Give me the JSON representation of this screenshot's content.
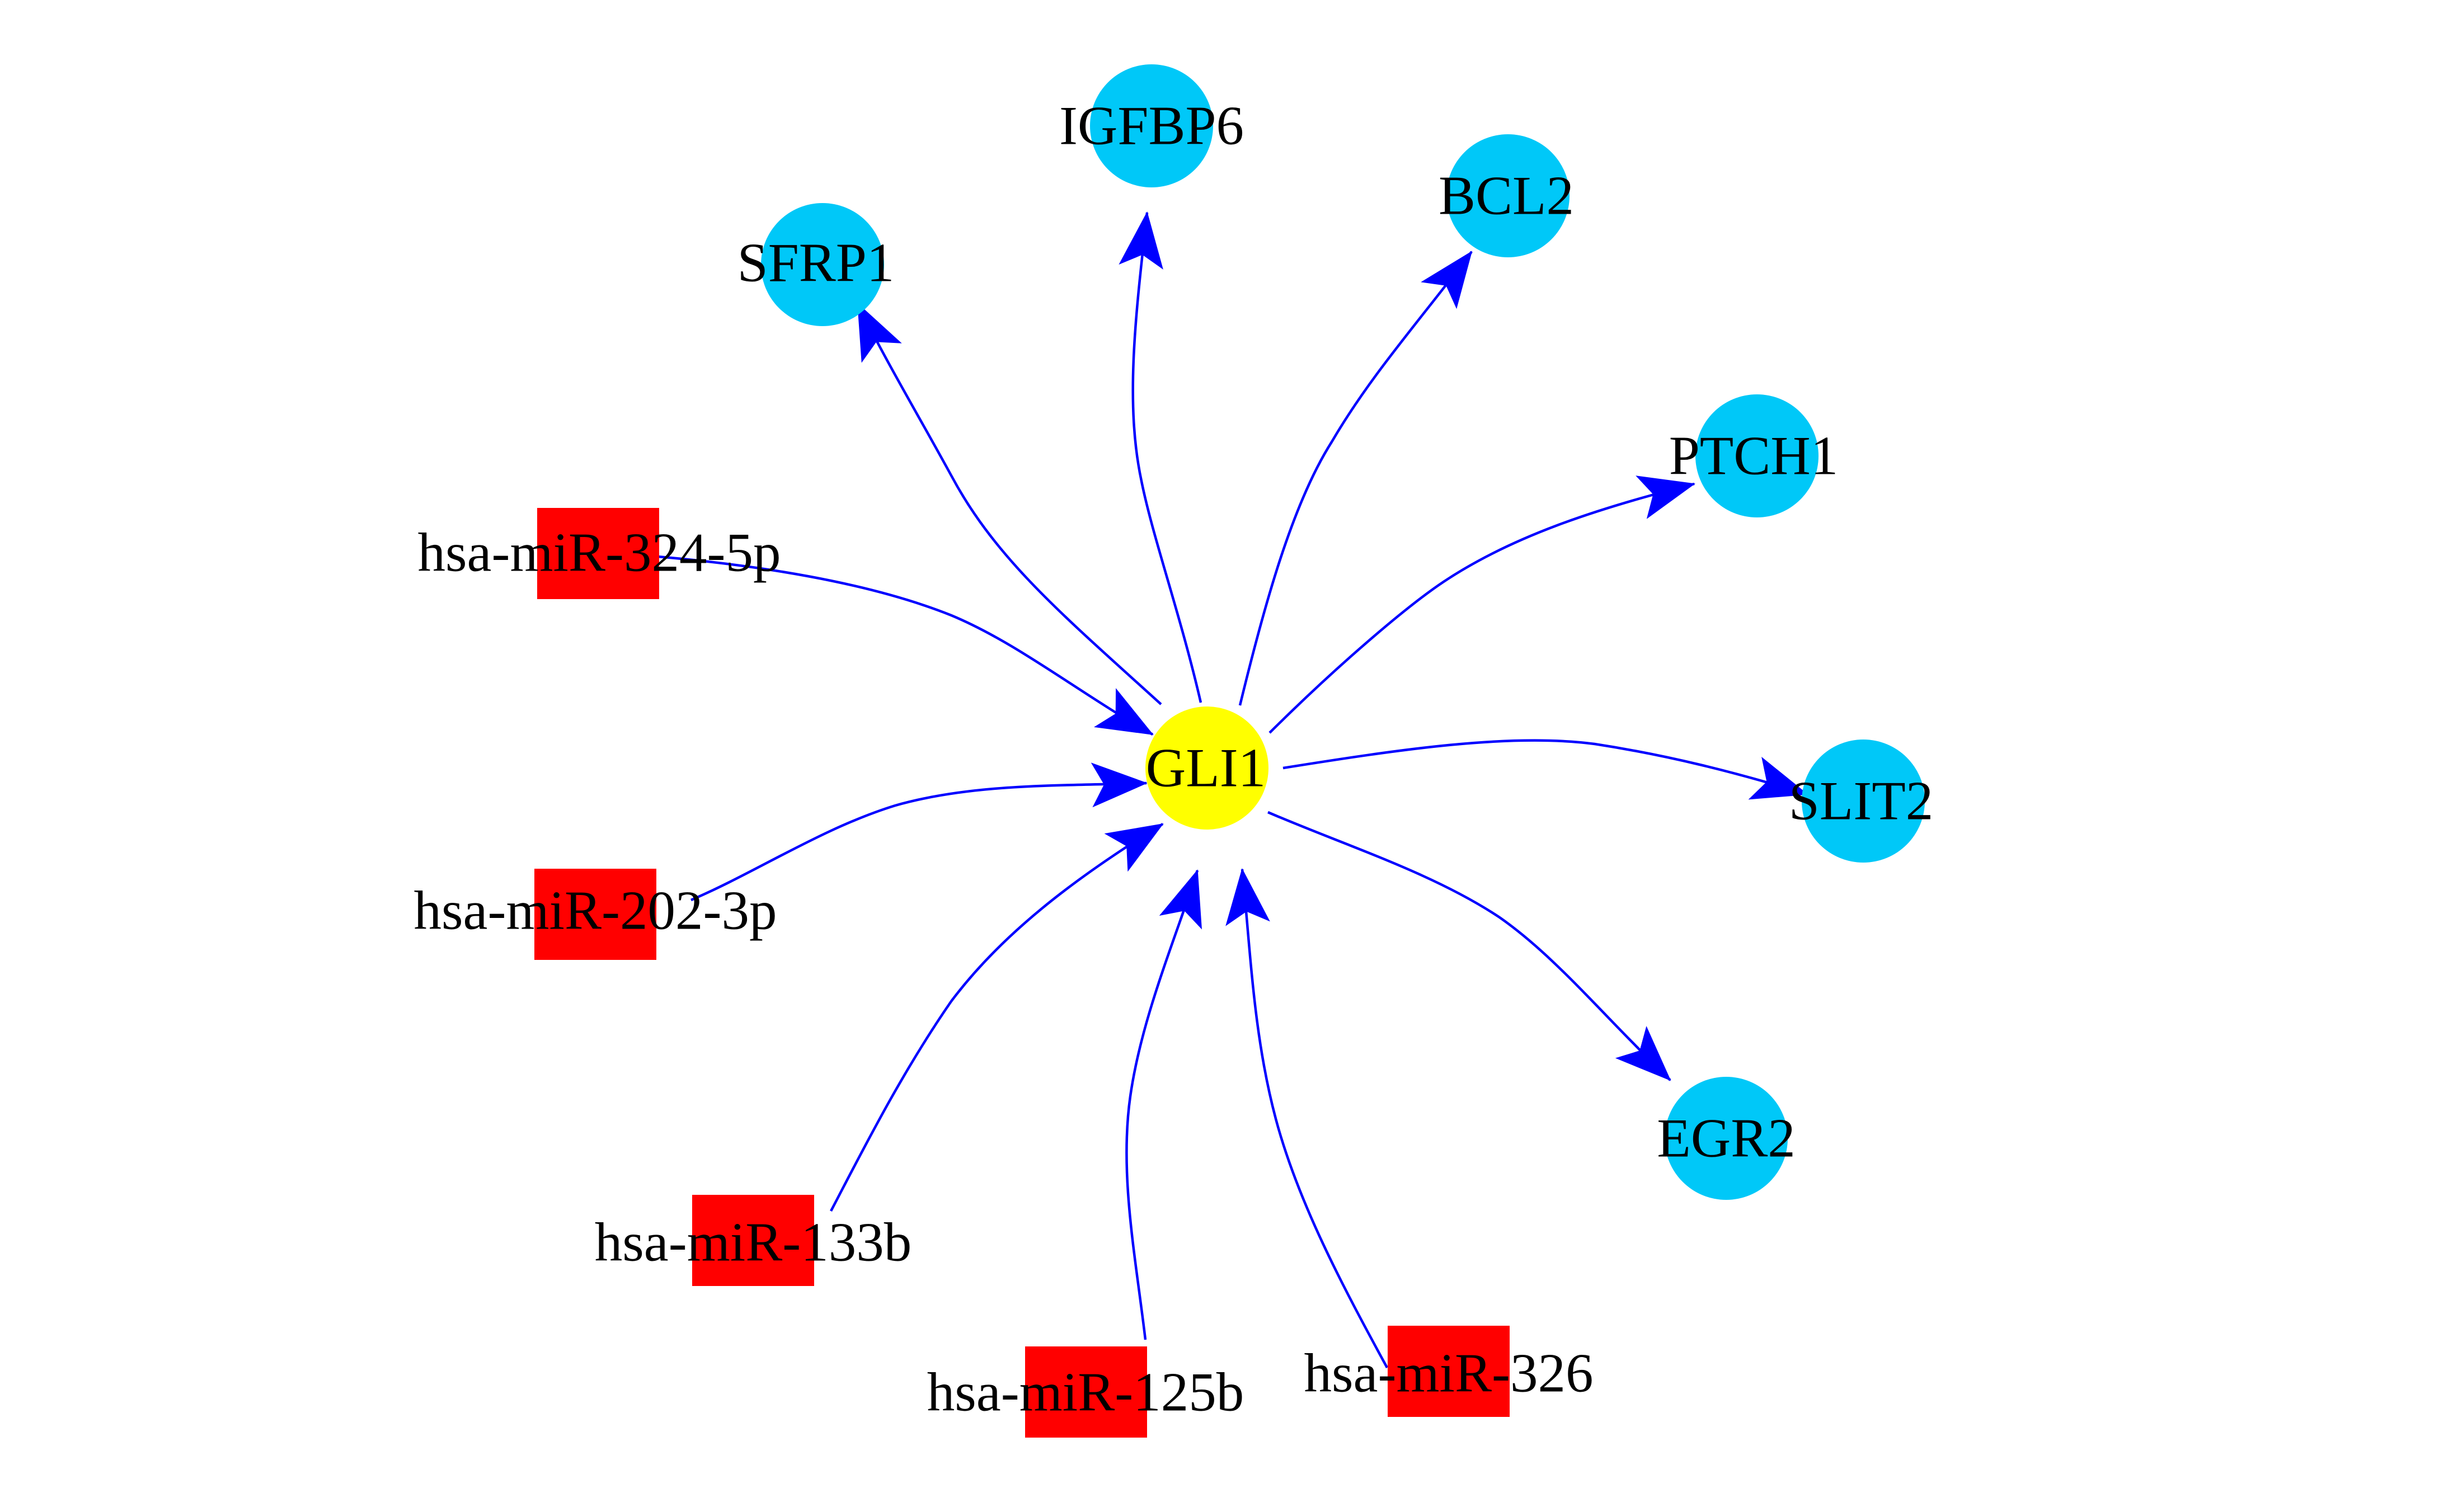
{
  "colors": {
    "center_node": "#ffff00",
    "target_gene": "#00c8f8",
    "mirna": "#ff0000",
    "edge": "#0000ff",
    "label": "#000000",
    "background": "#ffffff"
  },
  "network": {
    "center": {
      "id": "GLI1",
      "label": "GLI1",
      "kind": "hub-gene",
      "shape": "circle"
    },
    "targets": [
      {
        "id": "SFRP1",
        "label": "SFRP1",
        "kind": "target-gene",
        "shape": "circle"
      },
      {
        "id": "IGFBP6",
        "label": "IGFBP6",
        "kind": "target-gene",
        "shape": "circle"
      },
      {
        "id": "BCL2",
        "label": "BCL2",
        "kind": "target-gene",
        "shape": "circle"
      },
      {
        "id": "PTCH1",
        "label": "PTCH1",
        "kind": "target-gene",
        "shape": "circle"
      },
      {
        "id": "SLIT2",
        "label": "SLIT2",
        "kind": "target-gene",
        "shape": "circle"
      },
      {
        "id": "EGR2",
        "label": "EGR2",
        "kind": "target-gene",
        "shape": "circle"
      }
    ],
    "regulators": [
      {
        "id": "hsa-miR-324-5p",
        "label": "hsa-miR-324-5p",
        "kind": "mirna",
        "shape": "square"
      },
      {
        "id": "hsa-miR-202-3p",
        "label": "hsa-miR-202-3p",
        "kind": "mirna",
        "shape": "square"
      },
      {
        "id": "hsa-miR-133b",
        "label": "hsa-miR-133b",
        "kind": "mirna",
        "shape": "square"
      },
      {
        "id": "hsa-miR-125b",
        "label": "hsa-miR-125b",
        "kind": "mirna",
        "shape": "square"
      },
      {
        "id": "hsa-miR-326",
        "label": "hsa-miR-326",
        "kind": "mirna",
        "shape": "square"
      }
    ],
    "edges": [
      {
        "from": "GLI1",
        "to": "SFRP1"
      },
      {
        "from": "GLI1",
        "to": "IGFBP6"
      },
      {
        "from": "GLI1",
        "to": "BCL2"
      },
      {
        "from": "GLI1",
        "to": "PTCH1"
      },
      {
        "from": "GLI1",
        "to": "SLIT2"
      },
      {
        "from": "GLI1",
        "to": "EGR2"
      },
      {
        "from": "hsa-miR-324-5p",
        "to": "GLI1"
      },
      {
        "from": "hsa-miR-202-3p",
        "to": "GLI1"
      },
      {
        "from": "hsa-miR-133b",
        "to": "GLI1"
      },
      {
        "from": "hsa-miR-125b",
        "to": "GLI1"
      },
      {
        "from": "hsa-miR-326",
        "to": "GLI1"
      }
    ]
  }
}
